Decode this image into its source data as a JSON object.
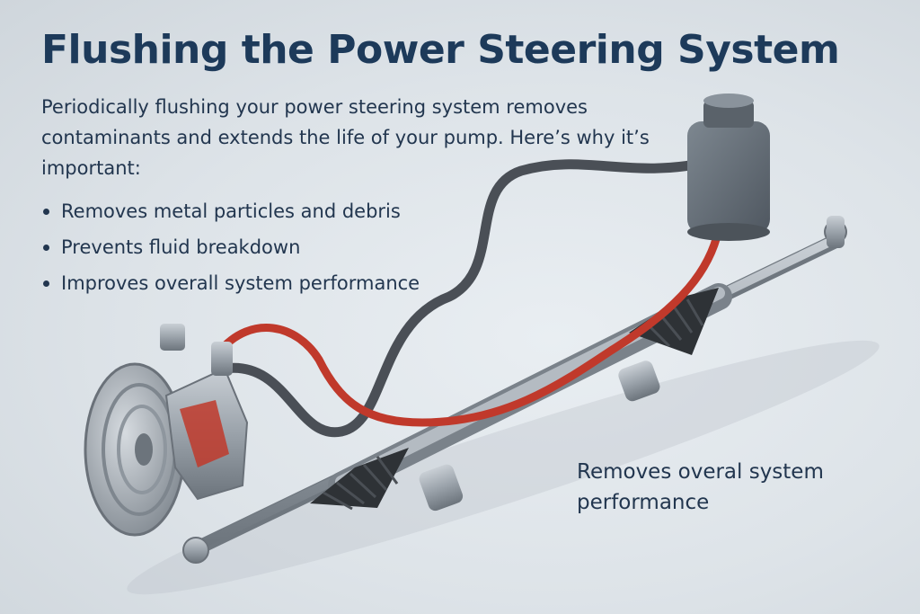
{
  "title": "Flushing the Power Steering System",
  "intro": "Periodically flushing your power steering system removes contaminants and extends the life of your pump. Here’s why it’s important:",
  "bullets": [
    "Removes metal particles and debris",
    "Prevents fluid breakdown",
    "Improves overall system performance"
  ],
  "caption": "Removes overal system performance",
  "colors": {
    "title": "#1d3a5a",
    "text": "#22364f",
    "hose_pressure": "#c0392b",
    "hose_return": "#4a4f56",
    "metal": "#9aa2aa"
  },
  "icons": [
    "power-steering-pump-icon",
    "reservoir-icon",
    "steering-rack-icon"
  ]
}
